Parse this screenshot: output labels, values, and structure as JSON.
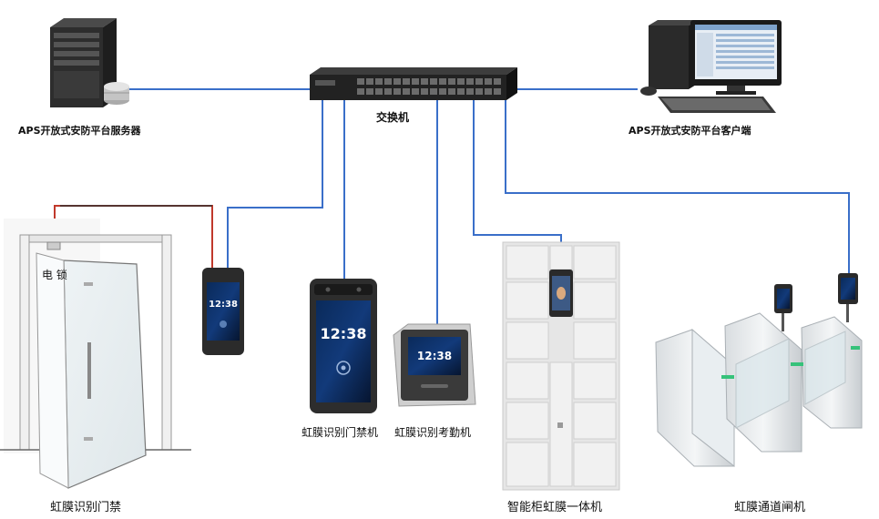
{
  "labels": {
    "server": "APS开放式安防平台服务器",
    "switch": "交换机",
    "client": "APS开放式安防平台客户端",
    "lock": "电 锁",
    "door": "虹膜识别门禁",
    "access_machine": "虹膜识别门禁机",
    "attendance_machine": "虹膜识别考勤机",
    "cabinet": "智能柜虹膜一体机",
    "gate": "虹膜通道闸机"
  },
  "screen_time": "12:38",
  "colors": {
    "network_line": "#3a6fc9",
    "lock_wire": "#c0392b",
    "device_body": "#2b2b2b"
  }
}
